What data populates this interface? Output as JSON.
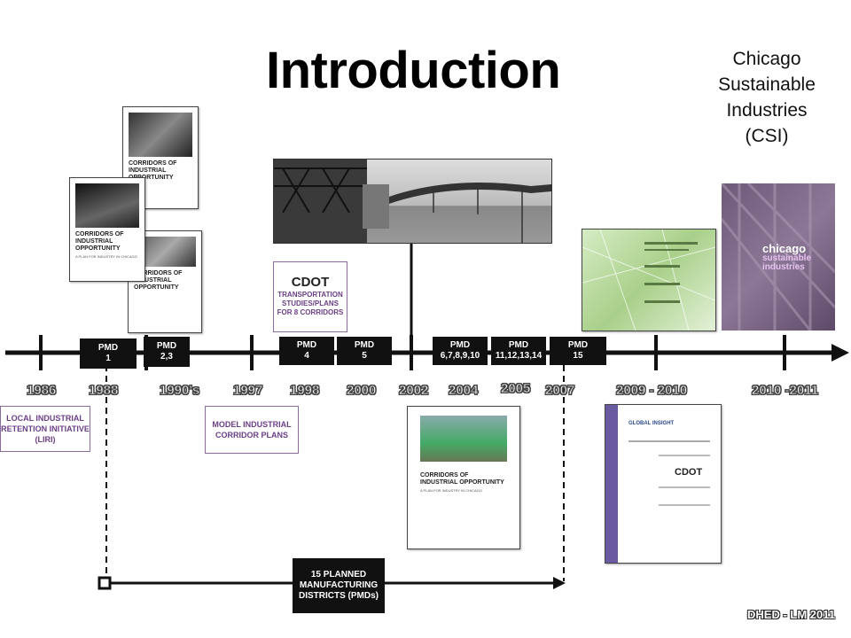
{
  "title": "Introduction",
  "csi_label": [
    "Chicago",
    "Sustainable",
    "Industries",
    "(CSI)"
  ],
  "years": [
    {
      "label": "1986"
    },
    {
      "label": "1988"
    },
    {
      "label": "1990's"
    },
    {
      "label": "1997"
    },
    {
      "label": "1998"
    },
    {
      "label": "2000"
    },
    {
      "label": "2002"
    },
    {
      "label": "2004"
    },
    {
      "label": "2005"
    },
    {
      "label": "2007"
    },
    {
      "label": "2009 - 2010"
    },
    {
      "label": "2010 -2011"
    }
  ],
  "pmd_boxes": [
    {
      "line1": "PMD",
      "line2": "1"
    },
    {
      "line1": "PMD",
      "line2": "2,3"
    },
    {
      "line1": "PMD",
      "line2": "4"
    },
    {
      "line1": "PMD",
      "line2": "5"
    },
    {
      "line1": "PMD",
      "line2": "6,7,8,9,10"
    },
    {
      "line1": "PMD",
      "line2": "11,12,13,14"
    },
    {
      "line1": "PMD",
      "line2": "15"
    }
  ],
  "liri_label": "LOCAL INDUSTRIAL RETENTION INITIATIVE (LIRI)",
  "model_plans_label": "MODEL INDUSTRIAL CORRIDOR PLANS",
  "cdot_logo": "CDOT",
  "cdot_studies_label": "TRANSPORTATION STUDIES/PLANS FOR 8 CORRIDORS",
  "planned_districts_label": "15 PLANNED MANUFACTURING DISTRICTS (PMDs)",
  "footer": "DHED - LM 2011",
  "doc_corridors_title": "CORRIDORS OF INDUSTRIAL OPPORTUNITY",
  "doc_corridors_sub": "A PLAN FOR INDUSTRY IN CHICAGO",
  "doc_csi_title": "chicago",
  "doc_csi_title2": "sustainable industries",
  "doc_global_logo": "GLOBAL INSIGHT",
  "colors": {
    "accent_purple": "#7b4d96",
    "timeline": "#111111"
  }
}
